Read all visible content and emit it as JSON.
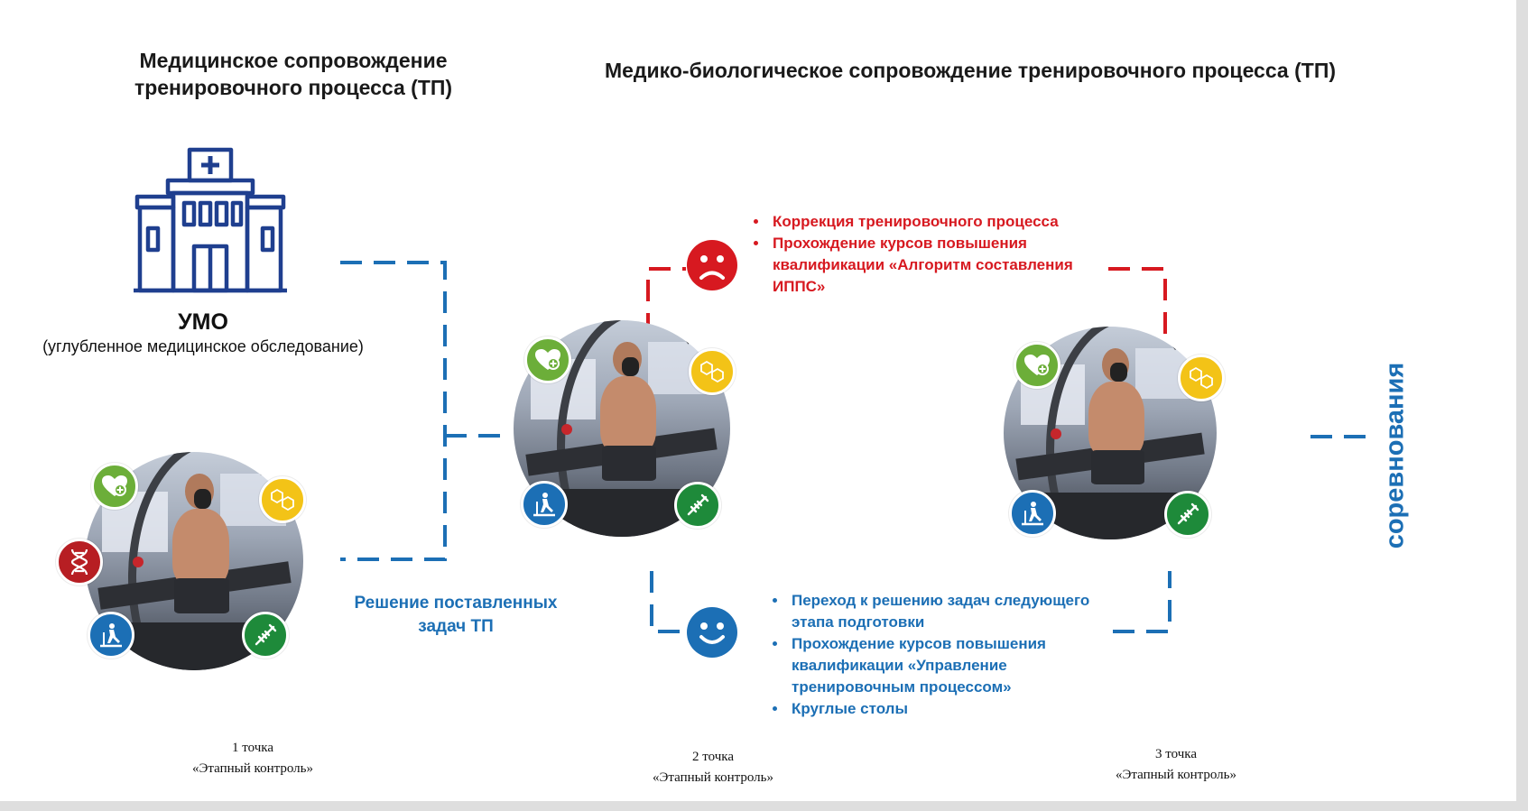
{
  "title_left": [
    "Медицинское сопровождение",
    "тренировочного процесса (ТП)"
  ],
  "title_right": "Медико-биологическое сопровождение тренировочного процесса (ТП)",
  "umo": {
    "name": "УМО",
    "description": "(углубленное медицинское обследование)"
  },
  "solve_text": [
    "Решение поставленных",
    "задач ТП"
  ],
  "negative_outcome": {
    "face": "sad-face-icon",
    "items": [
      "Коррекция тренировочного процесса",
      "Прохождение курсов повышения квалификации «Алгоритм составления ИППС»"
    ]
  },
  "positive_outcome": {
    "face": "smile-face-icon",
    "items": [
      "Переход к решению задач следующего этапа подготовки",
      "Прохождение курсов повышения квалификации «Управление тренировочным процессом»",
      "Круглые столы"
    ]
  },
  "points": [
    {
      "line1": "1 точка",
      "line2": "«Этапный контроль»"
    },
    {
      "line1": "2 точка",
      "line2": "«Этапный контроль»"
    },
    {
      "line1": "3 точка",
      "line2": "«Этапный контроль»"
    }
  ],
  "competitions": "соревнования",
  "icons": {
    "hospital": "hospital-icon",
    "heart": "heart-plus-icon",
    "chemistry": "molecule-icon",
    "dna": "dna-icon",
    "exercise": "treadmill-icon",
    "lab": "syringe-icon"
  },
  "colors": {
    "blue": "#1c6fb5",
    "red": "#d71920",
    "navy": "#1f3f8f",
    "green": "#6cae39",
    "yellow": "#f3c317",
    "dark_green": "#1e8a3a",
    "dark_red": "#b71e23"
  }
}
